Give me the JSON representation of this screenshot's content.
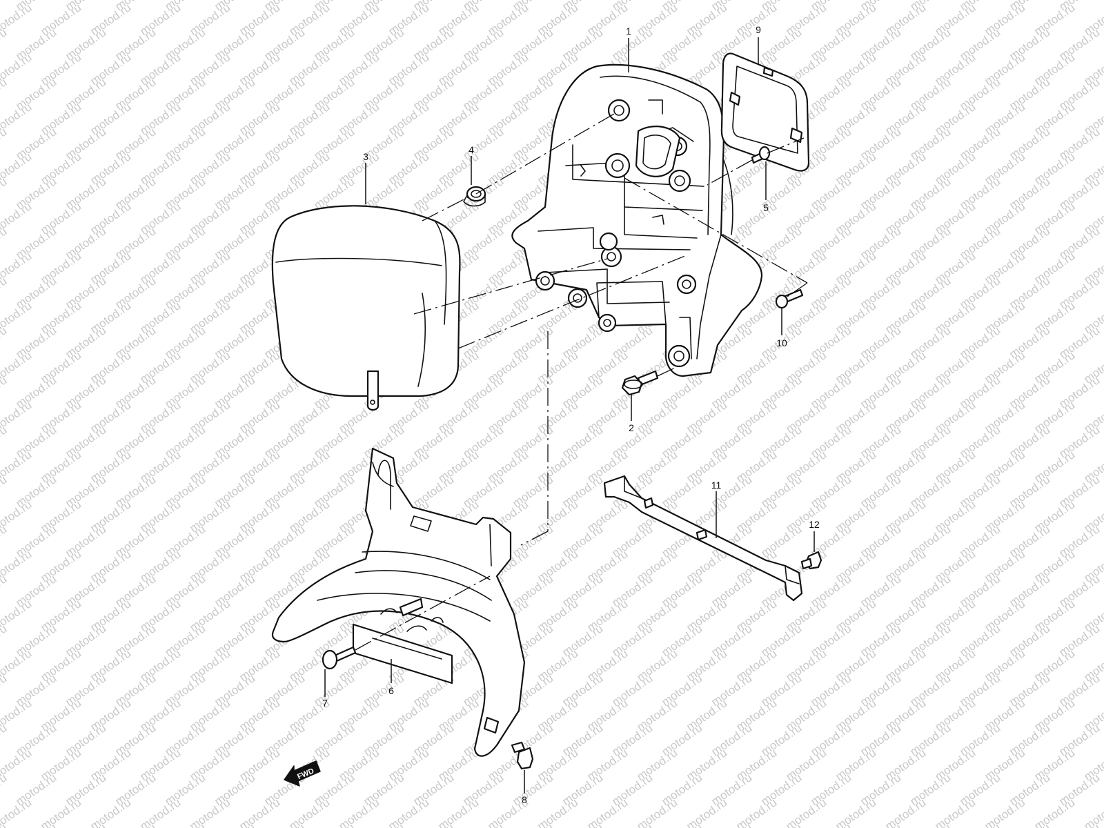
{
  "watermark": {
    "text": "motod.ru",
    "color": "#c9c9c9"
  },
  "direction_marker": {
    "label": "FWD",
    "icon": "arrow-left-icon"
  },
  "callouts": [
    {
      "id": "1",
      "label": "1",
      "part": "backrest-frame"
    },
    {
      "id": "2",
      "label": "2",
      "part": "flange-bolt"
    },
    {
      "id": "3",
      "label": "3",
      "part": "backrest-cushion"
    },
    {
      "id": "4",
      "label": "4",
      "part": "rubber-grommet"
    },
    {
      "id": "5",
      "label": "5",
      "part": "screw"
    },
    {
      "id": "6",
      "label": "6",
      "part": "lower-cover"
    },
    {
      "id": "7",
      "label": "7",
      "part": "tapping-screw"
    },
    {
      "id": "8",
      "label": "8",
      "part": "clip"
    },
    {
      "id": "9",
      "label": "9",
      "part": "rear-trim-panel"
    },
    {
      "id": "10",
      "label": "10",
      "part": "tapping-screw"
    },
    {
      "id": "11",
      "label": "11",
      "part": "bracket-bar"
    },
    {
      "id": "12",
      "label": "12",
      "part": "clip"
    }
  ]
}
